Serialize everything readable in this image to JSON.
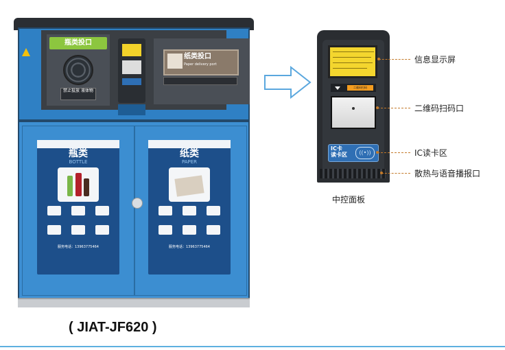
{
  "machine": {
    "bottle_slot_label": "瓶类投口",
    "paper_slot_label": "纸类投口",
    "paper_slot_sub": "Paper delivery port",
    "no_sign_text": "禁止投放\n液体物",
    "left_sticker": {
      "title": "瓶类",
      "subtitle": "BOTTLE",
      "phone": "服务电话：13963775464",
      "items": [
        "",
        "",
        "",
        "",
        "",
        ""
      ]
    },
    "right_sticker": {
      "title": "纸类",
      "subtitle": "PAPER",
      "phone": "服务电话：13963775464",
      "items": [
        "",
        "",
        "",
        "",
        "",
        ""
      ]
    }
  },
  "control_panel": {
    "orange_button_text": "二维码扫码",
    "ic_label_line1": "IC卡",
    "ic_label_line2": "读卡区",
    "ic_symbol": "((•))",
    "caption": "中控面板",
    "callouts": [
      {
        "label": "信息显示屏"
      },
      {
        "label": "二维码扫码口"
      },
      {
        "label": "IC读卡区"
      },
      {
        "label": "散热与语音播报口"
      }
    ]
  },
  "model_label": "( JIAT-JF620 )",
  "colors": {
    "machine_blue": "#3d8fd3",
    "screen_yellow": "#f4d62e",
    "callout_orange": "#c47a2a",
    "rule_blue": "#5db0e0"
  }
}
